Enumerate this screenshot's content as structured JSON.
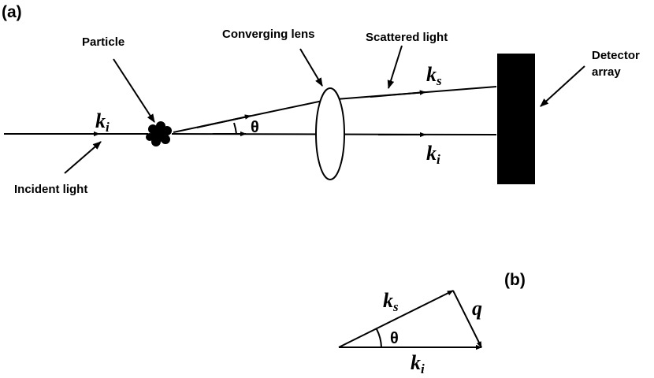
{
  "panel_a": {
    "tag": "(a)",
    "labels": {
      "particle": "Particle",
      "converging_lens": "Converging lens",
      "scattered_light": "Scattered light",
      "detector_line1": "Detector",
      "detector_line2": "array",
      "incident_light": "Incident light"
    },
    "vectors": {
      "incident": {
        "symbol": "k",
        "subscript": "i"
      },
      "scattered": {
        "symbol": "k",
        "subscript": "s"
      },
      "transmitted": {
        "symbol": "k",
        "subscript": "i"
      }
    },
    "angle": "θ"
  },
  "panel_b": {
    "tag": "(b)",
    "vectors": {
      "scattered": {
        "symbol": "k",
        "subscript": "s"
      },
      "incident": {
        "symbol": "k",
        "subscript": "i"
      },
      "transfer": {
        "symbol": "q"
      }
    },
    "angle": "θ"
  },
  "colors": {
    "ink": "#000000",
    "background": "#ffffff"
  }
}
